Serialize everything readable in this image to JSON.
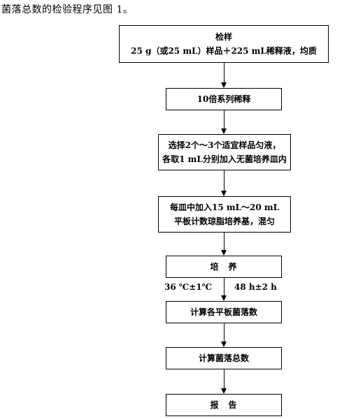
{
  "intro_text": "菌落总数的检验程序见图 1。",
  "steps": [
    {
      "line1": "检样",
      "line2": "25 g（或25 mL）样品＋225 mL稀释液，均质"
    },
    {
      "line1": "10倍系列稀释"
    },
    {
      "line1": "选择2个～3个适宜样品匀液，",
      "line2": "各取1 mL分别加入无菌培养皿内"
    },
    {
      "line1": "每皿中加入15 mL～20 mL",
      "line2": "平板计数琼脂培养基，混匀"
    },
    {
      "line1": "培　养"
    },
    {
      "line1": "计算各平板菌落数"
    },
    {
      "line1": "计算菌落总数"
    },
    {
      "line1": "报　告"
    }
  ],
  "incubation": {
    "temperature": "36 ℃±1℃",
    "duration": "48 h±2 h"
  }
}
